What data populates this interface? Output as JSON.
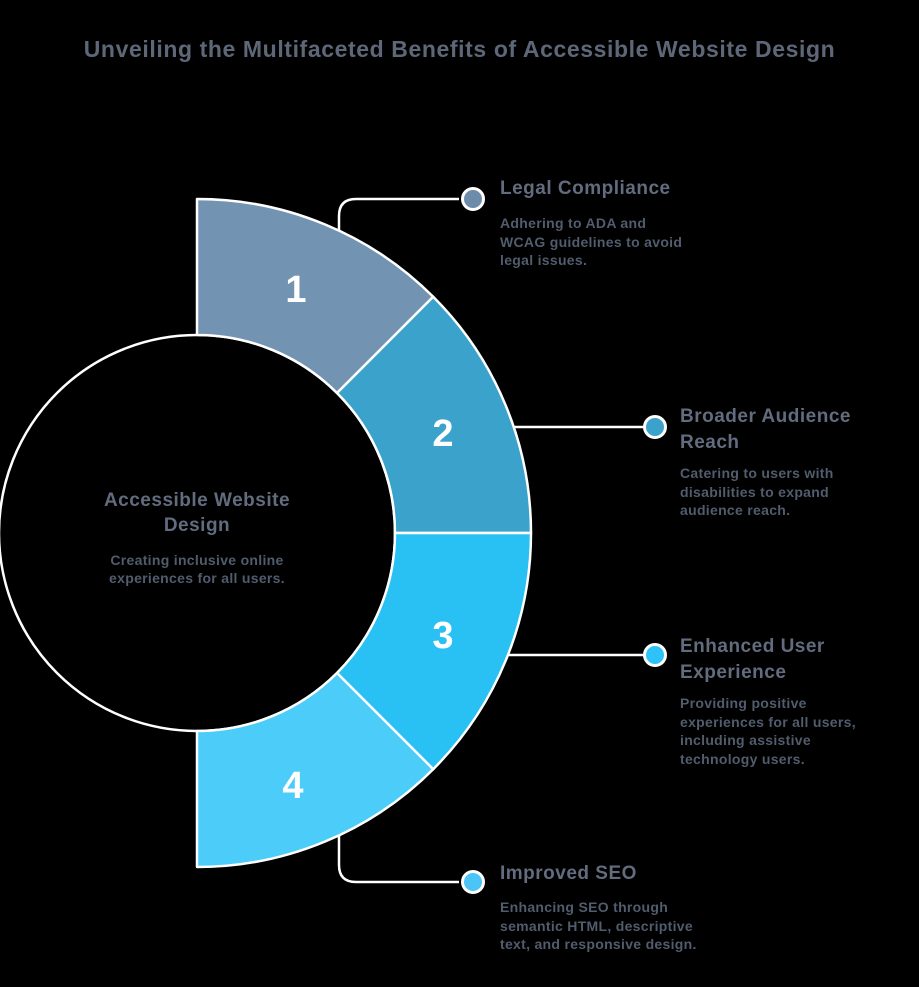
{
  "title": "Unveiling the Multifaceted Benefits of Accessible Website Design",
  "center": {
    "title": "Accessible Website\nDesign",
    "description": "Creating inclusive online\nexperiences for all users."
  },
  "chart_data": {
    "type": "pie",
    "variant": "half-donut",
    "title": "Unveiling the Multifaceted Benefits of Accessible Website Design",
    "center_label": "Accessible Website Design",
    "center_description": "Creating inclusive online experiences for all users.",
    "arc": {
      "start_angle_deg": 90,
      "end_angle_deg": -90,
      "inner_radius": 198,
      "outer_radius": 334
    },
    "segments": [
      {
        "number": "1",
        "label": "Legal Compliance",
        "value": 25,
        "color": "#7293b1"
      },
      {
        "number": "2",
        "label": "Broader Audience Reach",
        "value": 25,
        "color": "#3ba2cb"
      },
      {
        "number": "3",
        "label": "Enhanced User Experience",
        "value": 25,
        "color": "#29c0f4"
      },
      {
        "number": "4",
        "label": "Improved SEO",
        "value": 25,
        "color": "#4bccf9"
      }
    ]
  },
  "callouts": [
    {
      "title": "Legal Compliance",
      "body": "Adhering to ADA and\nWCAG guidelines to avoid\nlegal issues.",
      "color": "#6d8cab"
    },
    {
      "title": "Broader Audience\nReach",
      "body": "Catering to users with\ndisabilities to expand\naudience reach.",
      "color": "#3ba2cb"
    },
    {
      "title": "Enhanced User\nExperience",
      "body": "Providing positive\nexperiences for all users,\nincluding assistive\ntechnology users.",
      "color": "#2ec2f7"
    },
    {
      "title": "Improved SEO",
      "body": "Enhancing SEO through\nsemantic HTML, descriptive\ntext, and responsive design.",
      "color": "#4bc4f8"
    }
  ],
  "colors": {
    "background": "#000000",
    "title_text": "#5d6778",
    "heading_text": "#626c7e",
    "body_text": "#515c6d",
    "line": "#ffffff",
    "number_text": "#ffffff"
  }
}
